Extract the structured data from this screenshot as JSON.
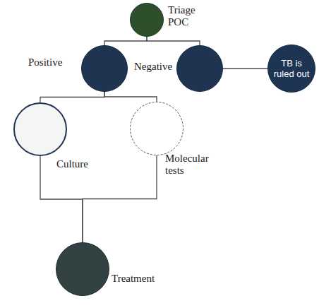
{
  "diagram": {
    "nodes": [
      {
        "text": [
          "Triage POC"
        ]
      },
      {
        "text": [
          "Positive"
        ]
      },
      {
        "text": [
          "Negative"
        ]
      },
      {
        "text": [
          "TB is ruled out"
        ]
      },
      {
        "text": [
          "Culture"
        ]
      },
      {
        "text": [
          "Molecular tests"
        ]
      },
      {
        "text": [
          "Treatment"
        ]
      }
    ],
    "edges": [
      {
        "from": 0,
        "to": 1,
        "arrow": "none"
      },
      {
        "from": 0,
        "to": 2,
        "arrow": "none"
      },
      {
        "from": 2,
        "to": 3,
        "arrow": "none"
      },
      {
        "from": 1,
        "to": 4,
        "arrow": "none"
      },
      {
        "from": 1,
        "to": 5,
        "arrow": "none"
      },
      {
        "from": 4,
        "to": 6,
        "arrow": "none"
      },
      {
        "from": 5,
        "to": 6,
        "arrow": "none"
      }
    ]
  }
}
